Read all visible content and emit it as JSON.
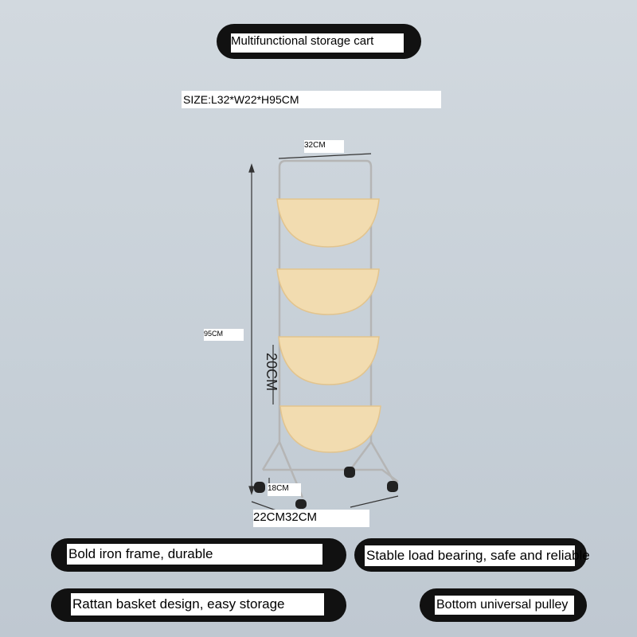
{
  "title": "Multifunctional storage cart",
  "size": "SIZE:L32*W22*H95CM",
  "dimensions": {
    "width_top": "32CM",
    "height": "95CM",
    "spacing": "20CM",
    "wheel_height": "18CM",
    "base": "22CM32CM"
  },
  "features": [
    "Bold iron frame, durable",
    "Stable load bearing, safe and reliable",
    "Rattan basket design, easy storage",
    "Bottom universal pulley"
  ],
  "colors": {
    "pill": "#111111",
    "basket": "#f3dcb0",
    "frame": "#b8b8b8"
  }
}
